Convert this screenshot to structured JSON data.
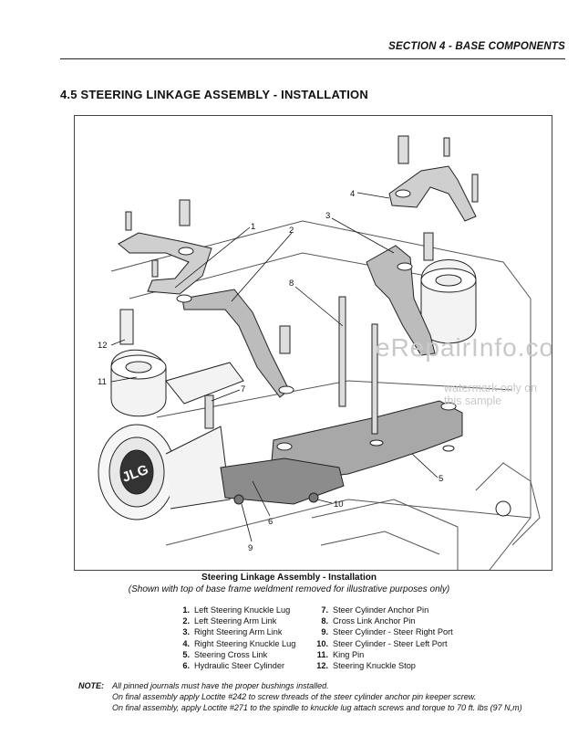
{
  "header": {
    "section": "SECTION 4 - BASE COMPONENTS"
  },
  "page_title": "4.5   STEERING LINKAGE ASSEMBLY - INSTALLATION",
  "figure": {
    "callouts": [
      "1",
      "2",
      "3",
      "4",
      "5",
      "6",
      "7",
      "8",
      "9",
      "10",
      "11",
      "12"
    ],
    "watermark": "eRepairInfo.com",
    "watermark_sub": "watermark only on this sample",
    "logo_text": "JLG"
  },
  "caption": {
    "title": "Steering Linkage Assembly - Installation",
    "subtitle": "(Shown with top of base frame weldment removed for illustrative purposes only)"
  },
  "legend_left": [
    {
      "num": "1.",
      "label": "Left Steering Knuckle Lug"
    },
    {
      "num": "2.",
      "label": "Left Steering Arm Link"
    },
    {
      "num": "3.",
      "label": "Right Steering Arm Link"
    },
    {
      "num": "4.",
      "label": "Right Steering Knuckle Lug"
    },
    {
      "num": "5.",
      "label": "Steering Cross Link"
    },
    {
      "num": "6.",
      "label": "Hydraulic Steer Cylinder"
    }
  ],
  "legend_right": [
    {
      "num": "7.",
      "label": "Steer Cylinder Anchor Pin"
    },
    {
      "num": "8.",
      "label": "Cross Link Anchor Pin"
    },
    {
      "num": "9.",
      "label": "Steer Cylinder - Steer Right Port"
    },
    {
      "num": "10.",
      "label": "Steer Cylinder - Steer Left Port"
    },
    {
      "num": "11.",
      "label": "King Pin"
    },
    {
      "num": "12.",
      "label": "Steering Knuckle Stop"
    }
  ],
  "note": {
    "label": "NOTE:",
    "lines": [
      "All pinned journals must have the proper bushings installed.",
      "On final assembly apply Loctite #242 to screw threads of the steer cylinder anchor pin keeper screw.",
      "On final assembly, apply Loctite #271 to the spindle to knuckle lug attach screws and torque to 70 ft. lbs (97 N,m)"
    ]
  }
}
